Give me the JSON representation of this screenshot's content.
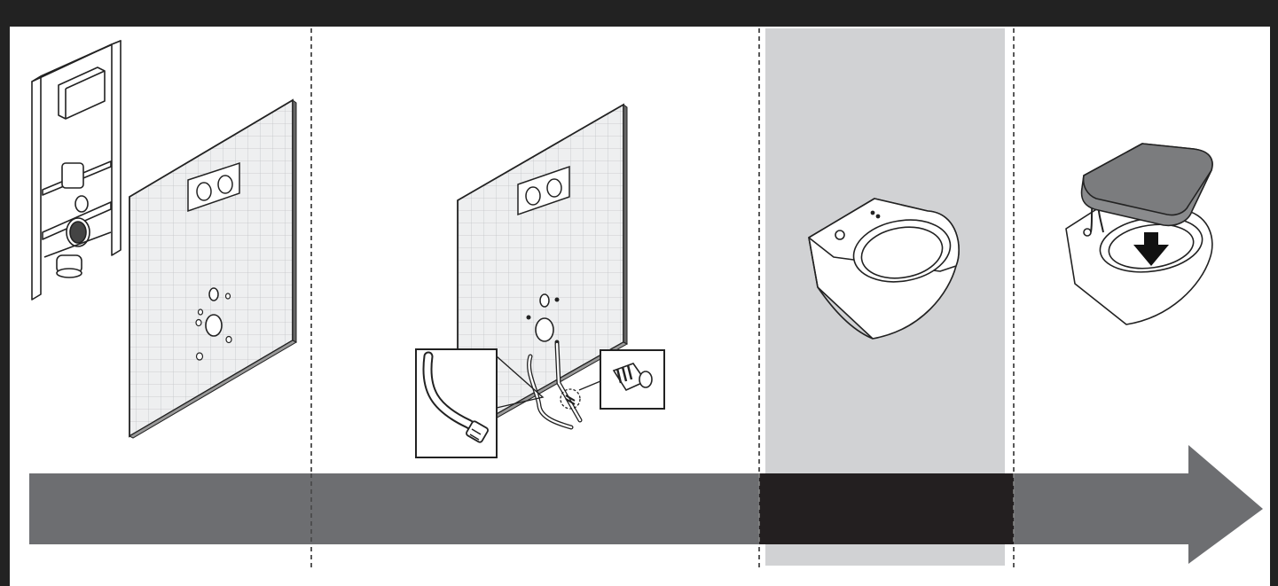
{
  "diagram": {
    "kind": "installation-sequence",
    "steps": [
      {
        "id": "step-1",
        "content": "frame-and-tiled-wall-panel",
        "highlighted": false
      },
      {
        "id": "step-2",
        "content": "wall-panel-with-hose-and-connector-details",
        "highlighted": false
      },
      {
        "id": "step-3",
        "content": "wall-hung-toilet-bowl",
        "highlighted": true
      },
      {
        "id": "step-4",
        "content": "shower-toilet-seat-lowered-onto-bowl",
        "highlighted": false
      }
    ],
    "detail_callouts": [
      {
        "id": "hose-detail",
        "icon": "water-hose-icon"
      },
      {
        "id": "connector-detail",
        "icon": "power-connector-icon"
      }
    ],
    "colors": {
      "frame": "#222222",
      "arrow": "#6d6e71",
      "arrow_highlight": "#231f20",
      "highlight_band": "#d1d2d4",
      "tile": "#e7e8ea",
      "grid": "#bfc1c4",
      "seat": "#7b7c7e"
    }
  }
}
